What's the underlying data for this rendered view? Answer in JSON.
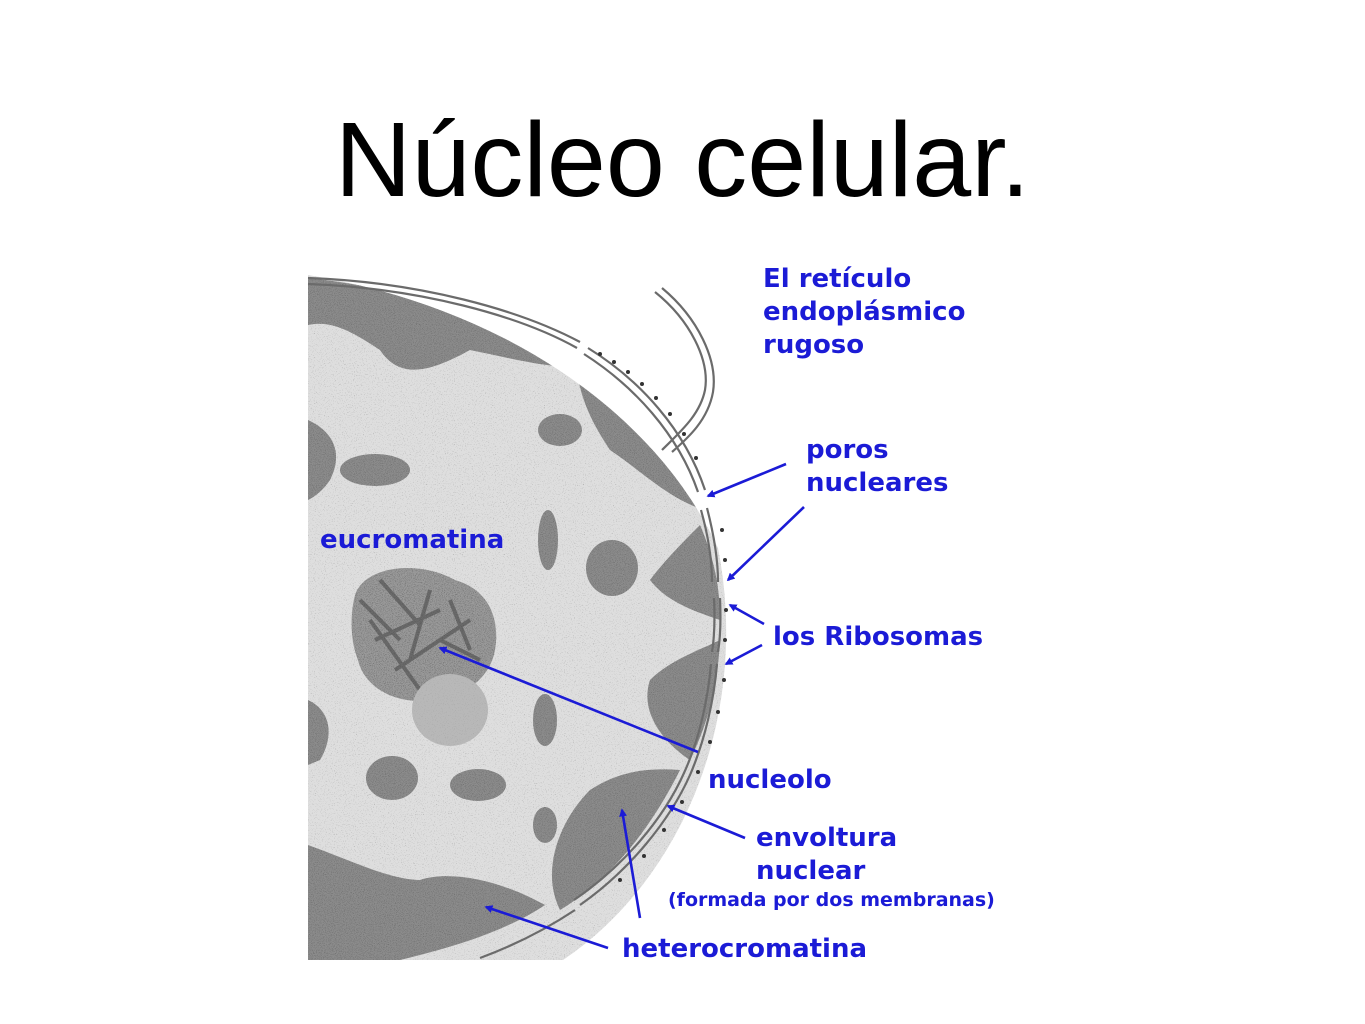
{
  "slide": {
    "title": "Núcleo celular."
  },
  "diagram": {
    "labels": {
      "er_line1": "El retículo",
      "er_line2": "endoplásmico",
      "er_line3": "rugoso",
      "pores_line1": "poros",
      "pores_line2": "nucleares",
      "euchromatin": "eucromatina",
      "ribosomes": "los  Ribosomas",
      "nucleolus": "nucleolo",
      "envelope_line1": "envoltura",
      "envelope_line2": "nuclear",
      "envelope_note": "(formada por dos membranas)",
      "heterochromatin": "heterocromatina"
    },
    "colors": {
      "label": "#1b1bd6",
      "euchromatin_fill": "#dedede",
      "heterochromatin_fill": "#8c8c8c",
      "nucleolus_fill": "#b8b8b8"
    }
  }
}
